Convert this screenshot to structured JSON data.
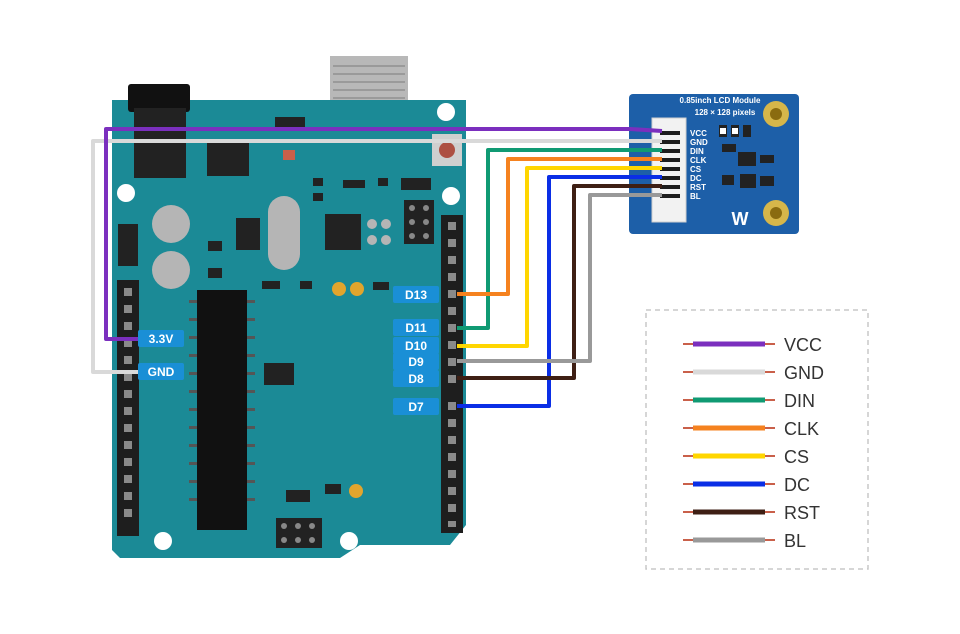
{
  "lcd_module": {
    "title": "0.85inch LCD Module",
    "resolution": "128 × 128 pixels",
    "pins": [
      "VCC",
      "GND",
      "DIN",
      "CLK",
      "CS",
      "DC",
      "RST",
      "BL"
    ]
  },
  "arduino_pins": {
    "left": [
      "3.3V",
      "GND"
    ],
    "right": [
      "D13",
      "D11",
      "D10",
      "D9",
      "D8",
      "D7"
    ]
  },
  "legend": [
    {
      "label": "VCC",
      "color": "#7b2fbe"
    },
    {
      "label": "GND",
      "color": "#d9d9d9"
    },
    {
      "label": "DIN",
      "color": "#109a73"
    },
    {
      "label": "CLK",
      "color": "#f5821f"
    },
    {
      "label": "CS",
      "color": "#ffd600"
    },
    {
      "label": "DC",
      "color": "#0a2ee6"
    },
    {
      "label": "RST",
      "color": "#3e1f14"
    },
    {
      "label": "BL",
      "color": "#999999"
    }
  ],
  "colors": {
    "board": "#1b8a96",
    "board_dark": "#137380",
    "pin_label_bg": "#1a8fd6",
    "lcd_board": "#1d5fa8"
  }
}
